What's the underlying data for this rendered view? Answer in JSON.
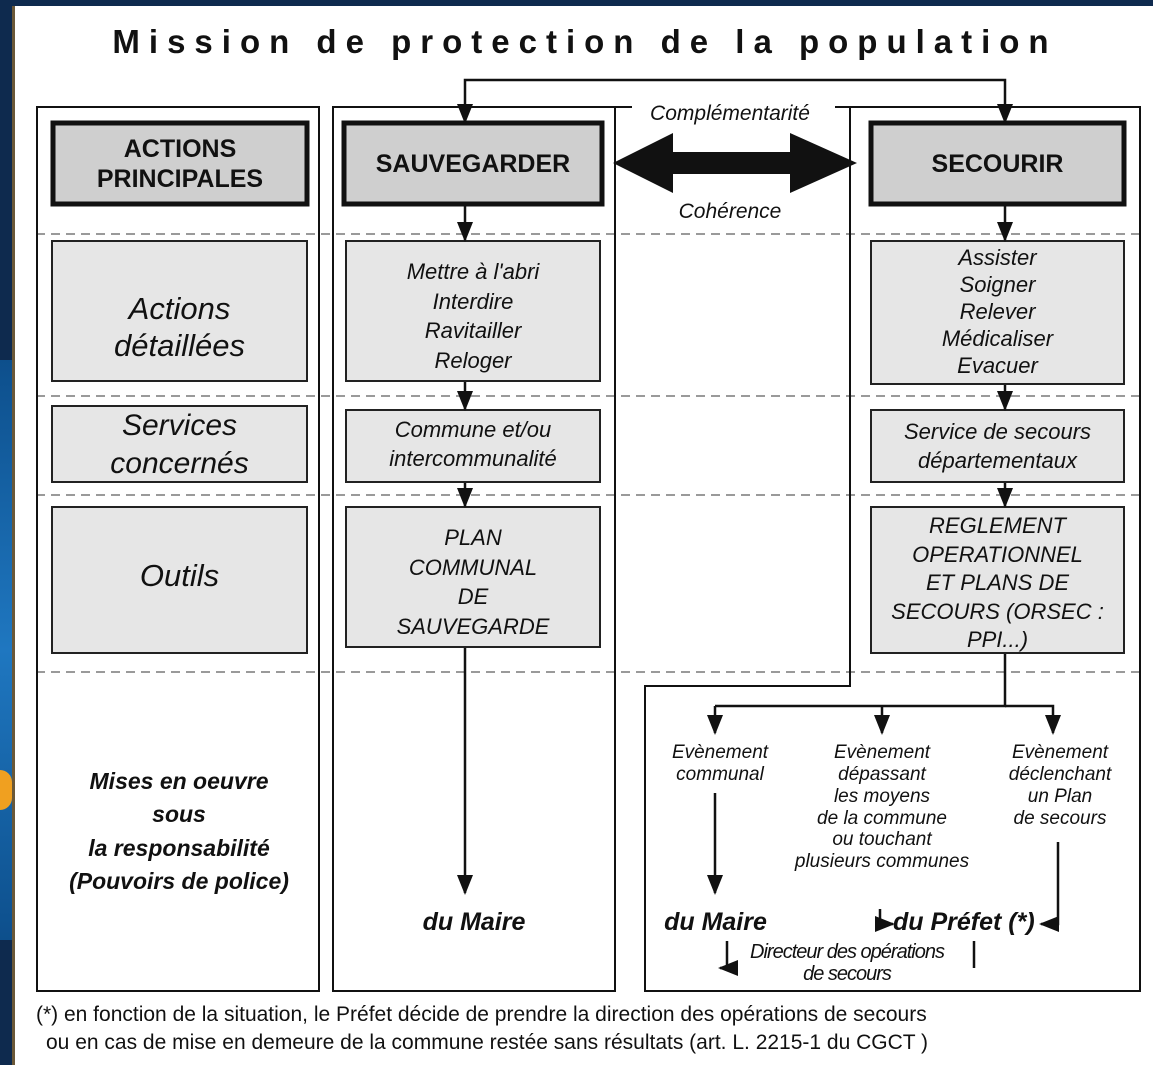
{
  "title": "Mission de protection de la population",
  "arrow": {
    "top_label": "Complémentarité",
    "bottom_label": "Cohérence"
  },
  "row_labels": {
    "actions_principales": [
      "ACTIONS",
      "PRINCIPALES"
    ],
    "actions_detaillees": [
      "Actions",
      "détaillées"
    ],
    "services": [
      "Services",
      "concernés"
    ],
    "outils": "Outils",
    "mises_en_oeuvre": [
      "Mises en oeuvre",
      "sous",
      "la responsabilité",
      "(Pouvoirs de police)"
    ]
  },
  "sauvegarder": {
    "header": "SAUVEGARDER",
    "actions": [
      "Mettre à l'abri",
      "Interdire",
      "Ravitailler",
      "Reloger"
    ],
    "services": [
      "Commune et/ou",
      "intercommunalité"
    ],
    "outils": [
      "PLAN",
      "COMMUNAL",
      "DE",
      "SAUVEGARDE"
    ],
    "responsable": "du Maire"
  },
  "secourir": {
    "header": "SECOURIR",
    "actions": [
      "Assister",
      "Soigner",
      "Relever",
      "Médicaliser",
      "Evacuer"
    ],
    "services": [
      "Service de secours",
      "départementaux"
    ],
    "outils": [
      "REGLEMENT",
      "OPERATIONNEL",
      "ET PLANS DE",
      "SECOURS (ORSEC :",
      "PPI...)"
    ],
    "events": [
      [
        "Evènement",
        "communal"
      ],
      [
        "Evènement",
        "dépassant",
        "les moyens",
        "de la commune",
        "ou touchant",
        "plusieurs communes"
      ],
      [
        "Evènement",
        "déclenchant",
        "un Plan",
        "de secours"
      ]
    ],
    "responsable_maire": "du Maire",
    "responsable_prefet": "du Préfet (*)",
    "directeur": [
      "Directeur des opérations",
      "de secours"
    ]
  },
  "footnote": [
    "(*) en fonction de la situation, le Préfet décide de prendre la direction des opérations de secours",
    "ou en cas de mise en demeure de la commune restée sans résultats (art. L. 2215-1 du CGCT )"
  ],
  "colors": {
    "box_fill": "#e6e6e6",
    "header_fill": "#cfcfcf",
    "line": "#111111",
    "dash": "#9a9a9a"
  }
}
